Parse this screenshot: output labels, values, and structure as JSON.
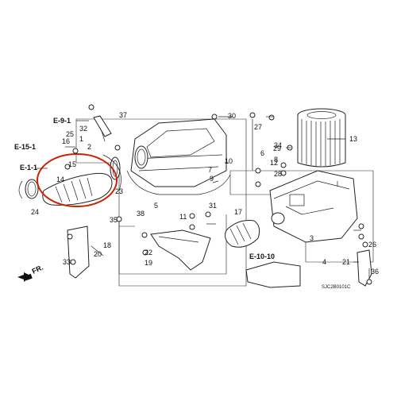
{
  "diagram": {
    "part_numbers": [
      "1",
      "2",
      "3",
      "4",
      "5",
      "6",
      "7",
      "8",
      "9",
      "10",
      "11",
      "12",
      "13",
      "14",
      "15",
      "16",
      "17",
      "18",
      "19",
      "20",
      "21",
      "22",
      "23",
      "24",
      "25",
      "26",
      "27",
      "28",
      "29",
      "30",
      "31",
      "32",
      "33",
      "34",
      "35",
      "36",
      "37",
      "38"
    ],
    "ref_labels": [
      "E-9-1",
      "E-15-1",
      "E-1-1",
      "E-10-10"
    ],
    "direction_label": "FR.",
    "figure_code": "SJC2B0101C",
    "highlight_color": "#cc2200"
  }
}
